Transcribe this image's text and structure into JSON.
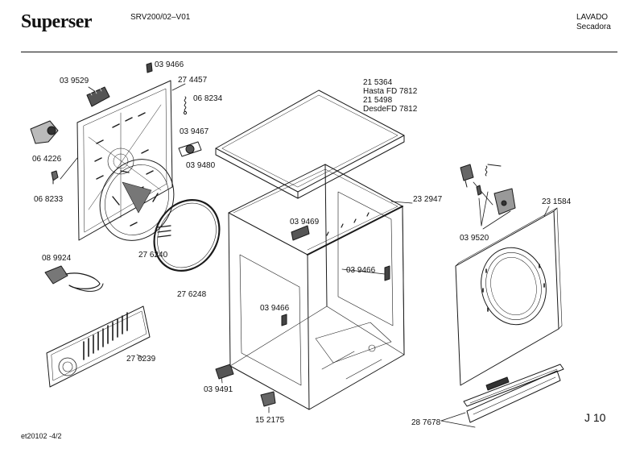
{
  "header": {
    "brand": "Superser",
    "model": "SRV200/02–V01",
    "category_line1": "LAVADO",
    "category_line2": "Secadora"
  },
  "callouts": {
    "p039466_a": "03 9466",
    "p039529": "03 9529",
    "p274457": "27 4457",
    "p068234": "06 8234",
    "p039467": "03 9467",
    "p039480": "03 9480",
    "p064226": "06 4226",
    "p068233": "06 8233",
    "p089924": "08 9924",
    "p276240": "27 6240",
    "p276248": "27 6248",
    "p276239": "27 6239",
    "p039491": "03 9491",
    "p152175": "15 2175",
    "top_l1": "21 5364",
    "top_l2": "Hasta FD 7812",
    "top_l3": "21 5498",
    "top_l4": "DesdeFD 7812",
    "p232947": "23 2947",
    "p039469": "03 9469",
    "p039466_b": "03 9466",
    "p039466_c": "03 9466",
    "p231584": "23 1584",
    "p039520": "03 9520",
    "p287678": "28 7678"
  },
  "footer": {
    "page_ref": "J 10",
    "doc_id": "et20102 -4/2"
  }
}
